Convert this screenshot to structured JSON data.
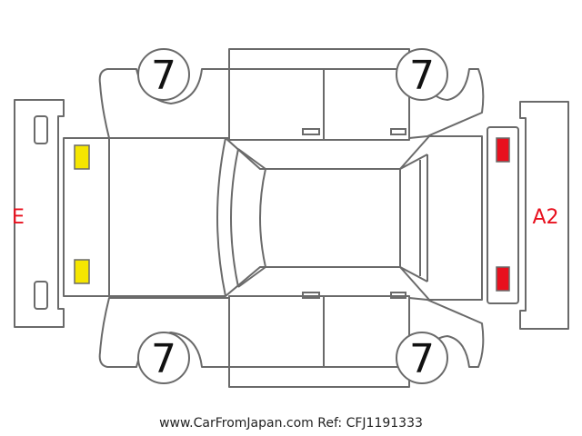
{
  "colors": {
    "line": "#6a6a6a",
    "damage_minor": "#f5e600",
    "damage_major": "#e8101e",
    "label": "#e8101e"
  },
  "tires": {
    "front_left": "7",
    "front_right": "7",
    "rear_left": "7",
    "rear_right": "7"
  },
  "labels": {
    "left": "E",
    "right": "A2"
  },
  "footer": "www.CarFromJapan.com Ref: CFJ1191333"
}
